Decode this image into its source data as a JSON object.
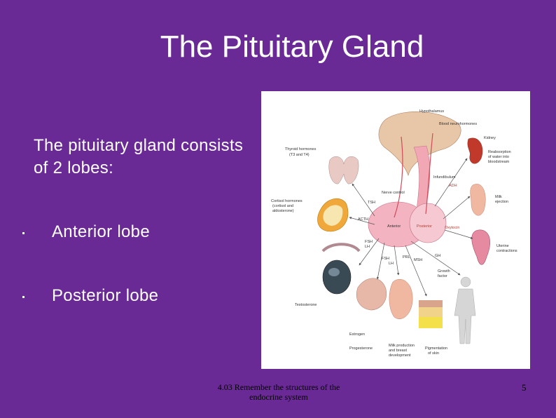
{
  "slide": {
    "title": "The Pituitary Gland",
    "intro_text": "The pituitary gland consists of 2 lobes:",
    "bullets": [
      "Anterior lobe",
      "Posterior lobe"
    ],
    "footer_text": "4.03 Remember the structures of the endocrine system",
    "page_number": "5"
  },
  "figure": {
    "labels": {
      "hypothalamus": "Hypothalamus",
      "blood_neurohormones": "Blood neurohormones",
      "thyroid_hormones": "Thyroid hormones",
      "thyroid_formula": "(T3 and T4)",
      "infundibulum": "Infundibulum",
      "adh": "ADH",
      "kidney": "Kidney",
      "reabsorption": "Reabsorption",
      "reabsorption_2": "of water into",
      "reabsorption_3": "bloodstream",
      "nerve_control": "Nerve control",
      "cortisol": "Cortisol hormones",
      "cortisol_2": "(cortisol and",
      "cortisol_3": "aldosterone)",
      "tsh": "TSH",
      "acth": "ACTH",
      "anterior": "Anterior",
      "posterior": "Posterior",
      "oxytocin": "Oxytocin",
      "milk_ejection": "Milk",
      "milk_ejection_2": "ejection",
      "uterine": "Uterine",
      "uterine_2": "contractions",
      "fsh": "FSH",
      "lh": "LH",
      "fsh2": "FSH",
      "lh2": "LH",
      "prl": "PRL",
      "msh": "MSH",
      "gh": "GH",
      "growth_factor": "Growth",
      "growth_factor_2": "factor",
      "testosterone": "Testosterone",
      "estrogen": "Estrogen",
      "progesterone": "Progesterone",
      "milk_production": "Milk production",
      "milk_production_2": "and breast",
      "milk_production_3": "development",
      "pigmentation": "Pigmentation",
      "pigmentation_2": "of skin"
    }
  }
}
